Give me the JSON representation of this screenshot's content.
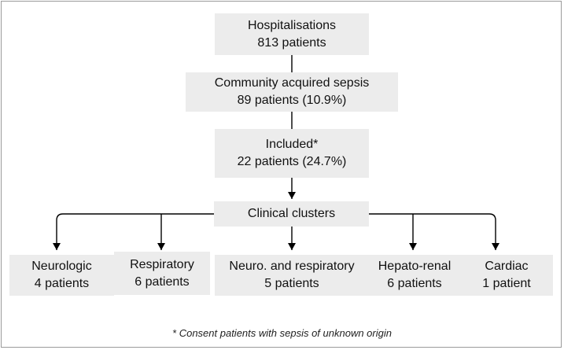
{
  "nodes": {
    "hospitalisations": {
      "line1": "Hospitalisations",
      "line2": "813 patients"
    },
    "sepsis": {
      "line1": "Community acquired sepsis",
      "line2": "89 patients (10.9%)"
    },
    "included": {
      "line1": "Included*",
      "line2": "22 patients (24.7%)"
    },
    "clusters": {
      "label": "Clinical clusters"
    },
    "neurologic": {
      "line1": "Neurologic",
      "line2": "4 patients"
    },
    "respiratory": {
      "line1": "Respiratory",
      "line2": "6 patients"
    },
    "neuro_resp": {
      "line1": "Neuro. and respiratory",
      "line2": "5 patients"
    },
    "hepato_renal": {
      "line1": "Hepato-renal",
      "line2": "6 patients"
    },
    "cardiac": {
      "line1": "Cardiac",
      "line2": "1 patient"
    }
  },
  "footnote": "* Consent patients with sepsis of unknown origin",
  "colors": {
    "box_fill": "#ececec",
    "line": "#000000",
    "frame": "#9a9a9a"
  }
}
